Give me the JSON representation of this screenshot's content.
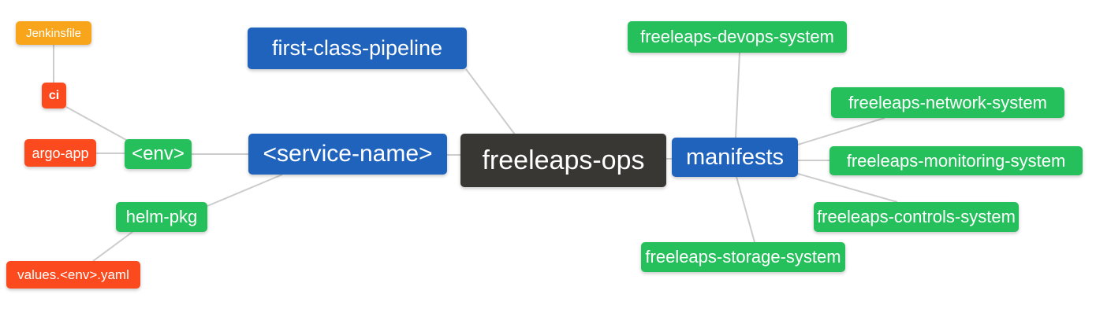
{
  "diagram": {
    "type": "mindmap",
    "root": "freeleaps-ops",
    "background": "#ffffff",
    "edge_color": "#cccccc",
    "palette": {
      "orange": "#F8A51B",
      "red": "#FA4A1E",
      "green": "#25C05C",
      "blue": "#2063BC",
      "dark": "#393734",
      "text": "#ffffff"
    },
    "nodes": {
      "jenkinsfile": {
        "label": "Jenkinsfile",
        "color": "orange"
      },
      "ci": {
        "label": "ci",
        "color": "red"
      },
      "argo_app": {
        "label": "argo-app",
        "color": "red"
      },
      "env": {
        "label": "<env>",
        "color": "green"
      },
      "first_class_pipeline": {
        "label": "first-class-pipeline",
        "color": "blue"
      },
      "service_name": {
        "label": "<service-name>",
        "color": "blue"
      },
      "freeleaps_ops": {
        "label": "freeleaps-ops",
        "color": "dark"
      },
      "manifests": {
        "label": "manifests",
        "color": "blue"
      },
      "devops_system": {
        "label": "freeleaps-devops-system",
        "color": "green"
      },
      "network_system": {
        "label": "freeleaps-network-system",
        "color": "green"
      },
      "monitoring_system": {
        "label": "freeleaps-monitoring-system",
        "color": "green"
      },
      "controls_system": {
        "label": "freeleaps-controls-system",
        "color": "green"
      },
      "storage_system": {
        "label": "freeleaps-storage-system",
        "color": "green"
      },
      "helm_pkg": {
        "label": "helm-pkg",
        "color": "green"
      },
      "values_env_yaml": {
        "label": "values.<env>.yaml",
        "color": "red"
      }
    },
    "edges": [
      {
        "from": "jenkinsfile",
        "to": "ci"
      },
      {
        "from": "ci",
        "to": "env"
      },
      {
        "from": "argo_app",
        "to": "env"
      },
      {
        "from": "env",
        "to": "service_name"
      },
      {
        "from": "first_class_pipeline",
        "to": "freeleaps_ops"
      },
      {
        "from": "service_name",
        "to": "freeleaps_ops"
      },
      {
        "from": "service_name",
        "to": "helm_pkg"
      },
      {
        "from": "helm_pkg",
        "to": "values_env_yaml"
      },
      {
        "from": "freeleaps_ops",
        "to": "manifests"
      },
      {
        "from": "manifests",
        "to": "devops_system"
      },
      {
        "from": "manifests",
        "to": "network_system"
      },
      {
        "from": "manifests",
        "to": "monitoring_system"
      },
      {
        "from": "manifests",
        "to": "controls_system"
      },
      {
        "from": "manifests",
        "to": "storage_system"
      }
    ]
  }
}
